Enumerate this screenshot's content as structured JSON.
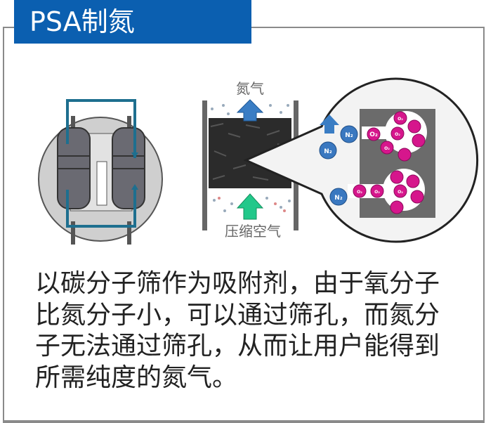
{
  "title": "PSA制氮",
  "diagram": {
    "output_label": "氮气",
    "input_label": "压缩空气",
    "nitrogen_label": "N₂",
    "oxygen_label": "O₂",
    "colors": {
      "title_bg": "#0b5fb0",
      "nitrogen_arrow": "#3a7dc4",
      "air_arrow": "#22c88a",
      "oxygen": "#d6168c",
      "nitrogen": "#3a78c0"
    }
  },
  "description": {
    "lines": [
      "以碳分子筛作为吸附剂，由于氧分子",
      "比氮分子小，可以通过筛孔，而氮分",
      "子无法通过筛孔，从而让用户能得到",
      "所需纯度的氮气。"
    ]
  }
}
